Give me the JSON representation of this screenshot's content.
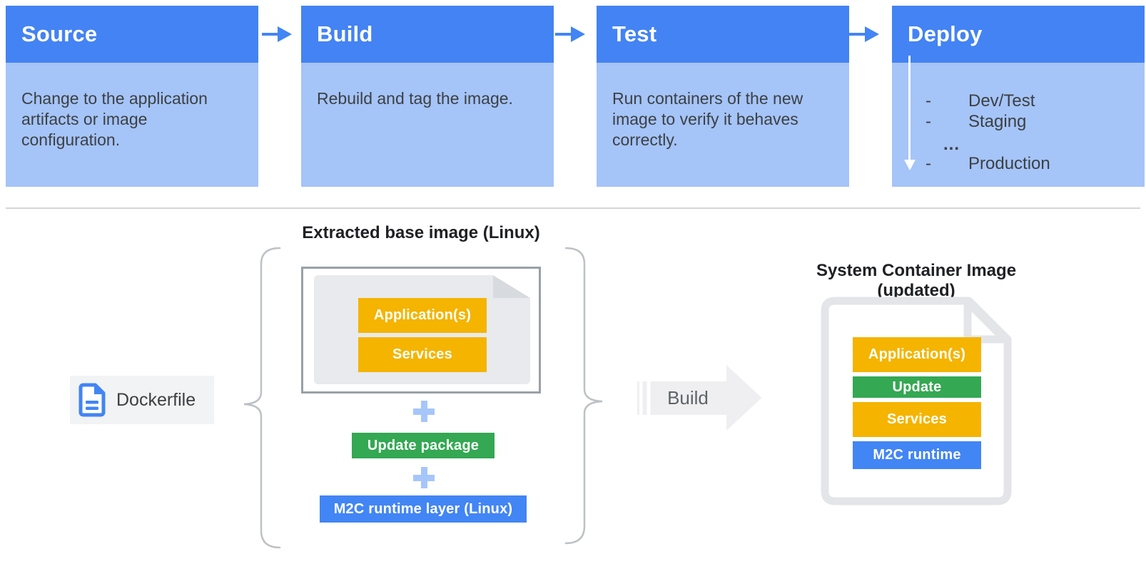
{
  "colors": {
    "stage_header_blue": "#4383F3",
    "stage_body_blue": "#A5C4F8",
    "arrow_blue": "#4285F4",
    "yellow": "#F4B400",
    "green": "#34A853",
    "blue": "#4285F4",
    "plus_blue": "#A6C6FA",
    "text_dark": "#3C4043",
    "title_dark": "#202124"
  },
  "icons": {
    "dockerfile_icon": "blue-document-with-folded-corner",
    "plus_icon": "plus-cross",
    "stage_arrow_icon": "right-arrow",
    "deploy_sequence_icon": "down-arrow",
    "build_arrow_icon": "block-arrow-right",
    "extracted_doc_icon": "gray-document-with-folded-corner",
    "system_doc_icon": "outlined-document-with-folded-corner"
  },
  "pipeline": {
    "stages": [
      {
        "title": "Source",
        "description": "Change to the application artifacts or image configuration."
      },
      {
        "title": "Build",
        "description": "Rebuild and tag the image."
      },
      {
        "title": "Test",
        "description": "Run containers of the new image to verify it behaves correctly."
      },
      {
        "title": "Deploy",
        "items": [
          {
            "bullet": "-",
            "label": "Dev/Test"
          },
          {
            "bullet": "-",
            "label": "Staging"
          },
          {
            "bullet": "",
            "label": "..."
          },
          {
            "bullet": "-",
            "label": "Production"
          }
        ]
      }
    ]
  },
  "build_flow": {
    "dockerfile_label": "Dockerfile",
    "extracted_title": "Extracted base image (Linux)",
    "extracted_layers": [
      {
        "label": "Application(s)",
        "color": "#F4B400"
      },
      {
        "label": "Services",
        "color": "#F4B400"
      }
    ],
    "update_package": {
      "label": "Update package",
      "color": "#34A853"
    },
    "runtime_layer": {
      "label": "M2C runtime layer (Linux)",
      "color": "#4285F4"
    },
    "build_label": "Build",
    "system_title": "System Container Image (updated)",
    "system_layers": [
      {
        "label": "Application(s)",
        "color": "#F4B400"
      },
      {
        "label": "Update",
        "color": "#34A853"
      },
      {
        "label": "Services",
        "color": "#F4B400"
      },
      {
        "label": "M2C runtime",
        "color": "#4285F4"
      }
    ]
  }
}
